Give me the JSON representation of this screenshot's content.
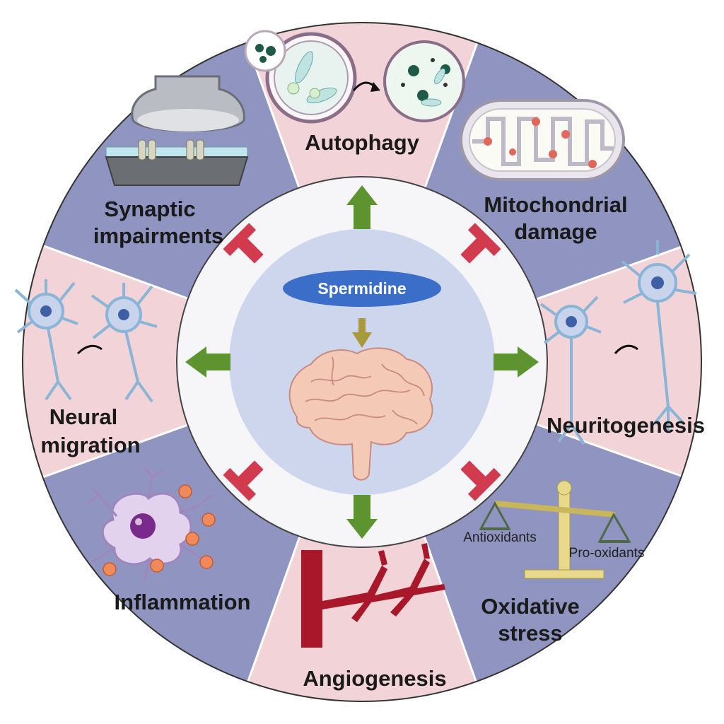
{
  "center": {
    "label": "Spermidine"
  },
  "segments": {
    "autophagy": {
      "label": "Autophagy"
    },
    "mitochondrial": {
      "line1": "Mitochondrial",
      "line2": "damage"
    },
    "neuritogenesis": {
      "label": "Neuritogenesis"
    },
    "oxidative": {
      "line1": "Oxidative",
      "line2": "stress",
      "antioxidants": "Antioxidants",
      "prooxidants": "Pro-oxidants"
    },
    "angiogenesis": {
      "label": "Angiogenesis"
    },
    "inflammation": {
      "label": "Inflammation"
    },
    "migration": {
      "line1": "Neural",
      "line2": "migration"
    },
    "synaptic": {
      "line1": "Synaptic",
      "line2": "impairments"
    }
  },
  "colors": {
    "pink": "#f2d4d8",
    "blue": "#8f94c0",
    "ring": "#f6f6f9",
    "inner": "#ced6ee",
    "oval": "#3a6ec8",
    "promote": "#5e9430",
    "inhibit": "#d23a4e",
    "brain": "#f4c9b6"
  }
}
